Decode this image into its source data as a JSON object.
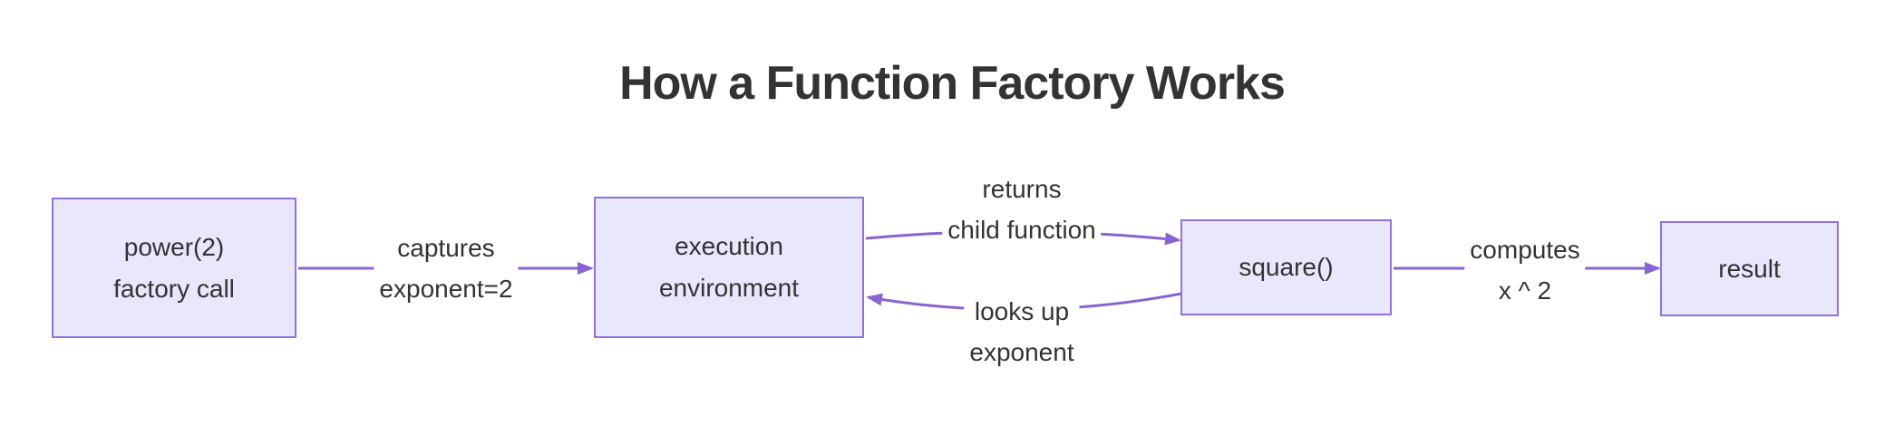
{
  "title": "How a Function Factory Works",
  "colors": {
    "node_fill": "#E9E7FB",
    "node_border": "#9370DB",
    "edge": "#8A63D2",
    "text": "#333333",
    "background": "#FFFFFF"
  },
  "nodes": {
    "factory": {
      "line1": "power(2)",
      "line2": "factory call"
    },
    "environment": {
      "line1": "execution",
      "line2": "environment"
    },
    "square": {
      "line1": "square()"
    },
    "result": {
      "line1": "result"
    }
  },
  "edges": {
    "captures": {
      "line1": "captures",
      "line2": "exponent=2"
    },
    "returns": {
      "line1": "returns",
      "line2": "child function"
    },
    "looks_up": {
      "line1": "looks up",
      "line2": "exponent"
    },
    "computes": {
      "line1": "computes",
      "line2": "x ^ 2"
    }
  }
}
